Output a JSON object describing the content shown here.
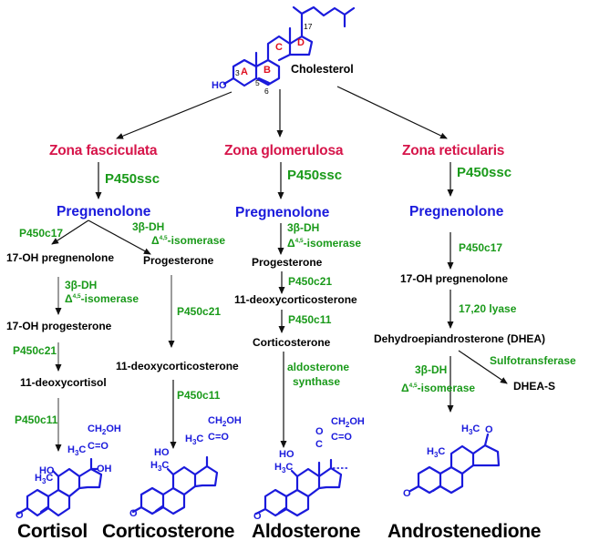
{
  "title": "Adrenal steroidogenesis pathways",
  "colors": {
    "zone": "#d6154a",
    "enzyme": "#1a9a1a",
    "pregnenolone": "#1a1adc",
    "structure": "#1a1adc",
    "ring_label": "#e01020",
    "text": "#000000"
  },
  "cholesterol": {
    "name": "Cholesterol",
    "ring_labels": [
      "A",
      "B",
      "C",
      "D"
    ],
    "carbon_numbers": [
      "3",
      "5",
      "6",
      "17"
    ],
    "substituent": "HO"
  },
  "zones": [
    {
      "name": "Zona fasciculata",
      "first_enzyme": "P450ssc",
      "precursor": "Pregnenolone",
      "left_branch": {
        "enzyme_1": "P450c17",
        "intermediate_1": "17-OH pregnenolone",
        "enzyme_2a": "3β-DH",
        "enzyme_2b": "Δ",
        "enzyme_2b_sup": "4,5",
        "enzyme_2b_suffix": "-isomerase",
        "intermediate_2": "17-OH progesterone",
        "enzyme_3": "P450c21",
        "intermediate_3": "11-deoxycortisol",
        "enzyme_4": "P450c11"
      },
      "right_branch": {
        "enzyme_1a": "3β-DH",
        "enzyme_1b": "Δ",
        "enzyme_1b_sup": "4,5",
        "enzyme_1b_suffix": "-isomerase",
        "intermediate_1": "Progesterone",
        "enzyme_2": "P450c21",
        "intermediate_2": "11-deoxycorticosterone",
        "enzyme_3": "P450c11"
      }
    },
    {
      "name": "Zona glomerulosa",
      "first_enzyme": "P450ssc",
      "precursor": "Pregnenolone",
      "enzyme_1a": "3β-DH",
      "enzyme_1b": "Δ",
      "enzyme_1b_sup": "4,5",
      "enzyme_1b_suffix": "-isomerase",
      "intermediate_1": "Progesterone",
      "enzyme_2": "P450c21",
      "intermediate_2": "11-deoxycorticosterone",
      "enzyme_3": "P450c11",
      "intermediate_3": "Corticosterone",
      "enzyme_4a": "aldosterone",
      "enzyme_4b": "synthase"
    },
    {
      "name": "Zona reticularis",
      "first_enzyme": "P450ssc",
      "precursor": "Pregnenolone",
      "enzyme_1": "P450c17",
      "intermediate_1": "17-OH pregnenolone",
      "enzyme_2": "17,20 lyase",
      "intermediate_2": "Dehydroepiandrosterone (DHEA)",
      "side_enzyme": "Sulfotransferase",
      "side_product": "DHEA-S",
      "enzyme_3a": "3β-DH",
      "enzyme_3b": "Δ",
      "enzyme_3b_sup": "4,5",
      "enzyme_3b_suffix": "-isomerase"
    }
  ],
  "structure_labels": {
    "h3c": "H",
    "h3c_sub": "3",
    "h3c_c": "C",
    "ch2oh_ch": "CH",
    "ch2oh_sub": "2",
    "ch2oh_oh": "OH",
    "co": "C=O",
    "oh": "OH",
    "ho": "HO",
    "o": "O",
    "c": "C"
  },
  "products": [
    "Cortisol",
    "Corticosterone",
    "Aldosterone",
    "Androstenedione"
  ]
}
